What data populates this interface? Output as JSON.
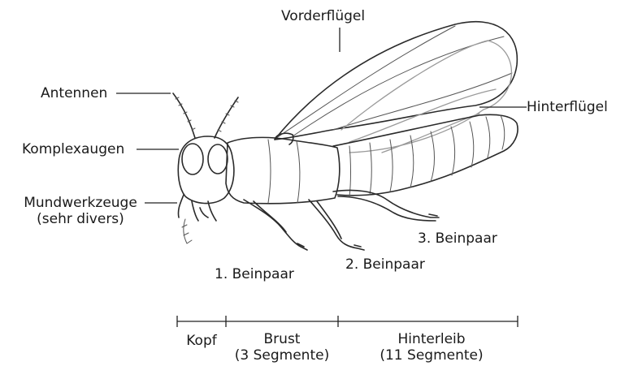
{
  "labels": {
    "forewing": "Vorderflügel",
    "antennae": "Antennen",
    "hindwing": "Hinterflügel",
    "compound_eyes": "Komplexaugen",
    "mouthparts_line1": "Mundwerkzeuge",
    "mouthparts_line2": "(sehr divers)",
    "leg_pair_3": "3. Beinpaar",
    "leg_pair_2": "2. Beinpaar",
    "leg_pair_1": "1. Beinpaar"
  },
  "segments": {
    "head": "Kopf",
    "thorax_line1": "Brust",
    "thorax_line2": "(3 Segmente)",
    "abdomen_line1": "Hinterleib",
    "abdomen_line2": "(11 Segmente)"
  }
}
